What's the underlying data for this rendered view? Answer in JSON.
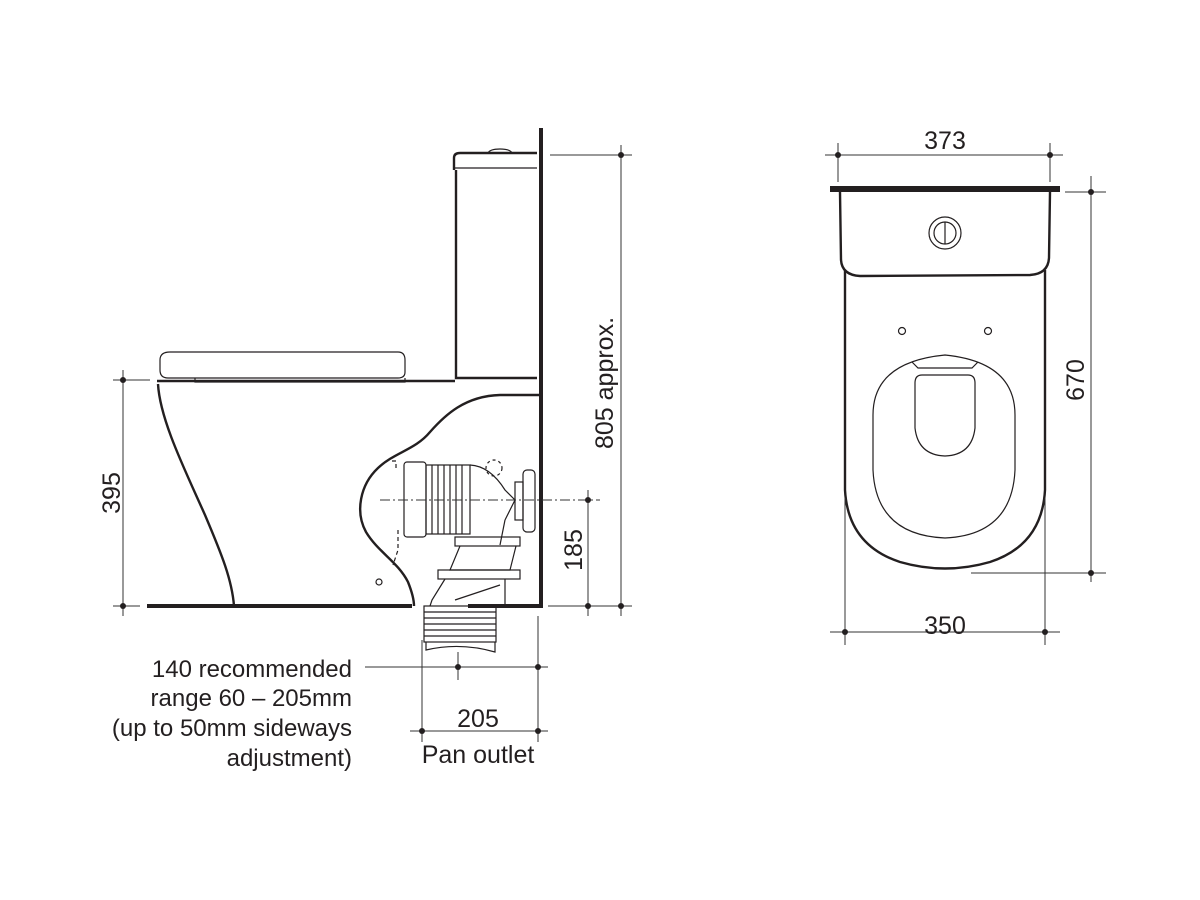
{
  "side_view": {
    "height_label": "395",
    "outlet_height_label": "185",
    "overall_height_label": "805 approx.",
    "outlet_label": "205",
    "outlet_caption": "Pan outlet",
    "setout_note": [
      "140 recommended",
      "range 60 – 205mm",
      "(up to 50mm sideways",
      "adjustment)"
    ]
  },
  "plan_view": {
    "cistern_width_label": "373",
    "pan_width_label": "350",
    "depth_label": "670"
  },
  "colors": {
    "line": "#231f20",
    "background": "#ffffff"
  }
}
